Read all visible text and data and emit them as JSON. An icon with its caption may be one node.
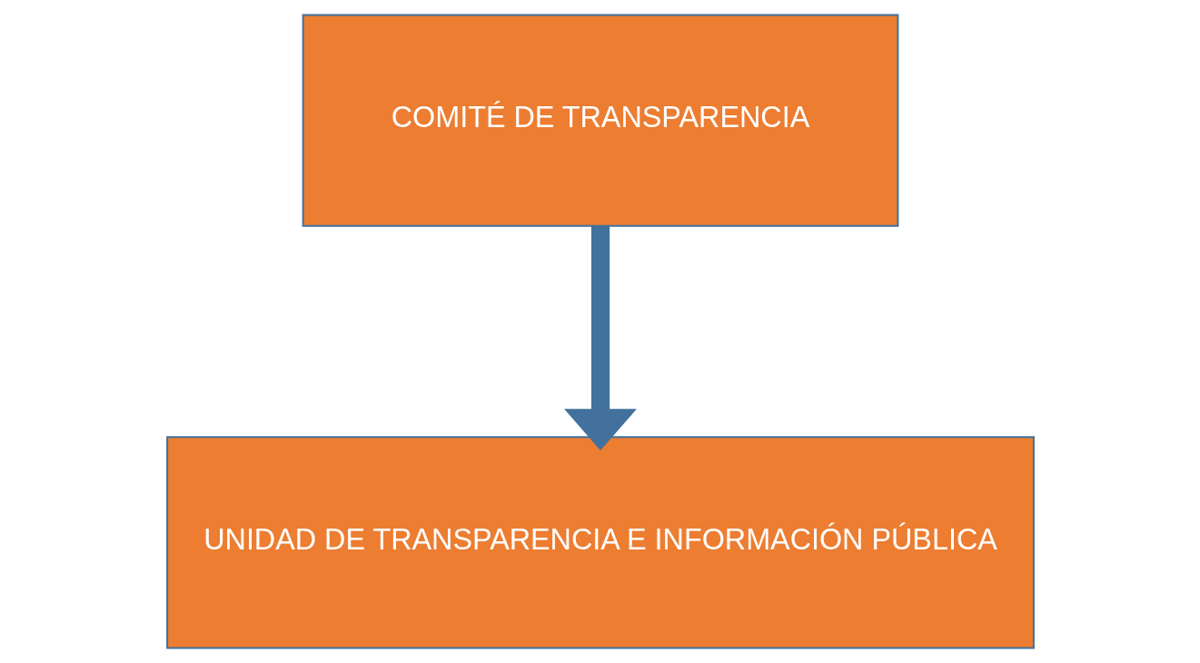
{
  "diagram": {
    "nodes": [
      {
        "text": [
          "COMITÉ DE TRANSPARENCIA"
        ]
      },
      {
        "text": [
          "UNIDAD DE TRANSPARENCIA E INFORMACIÓN PÚBLICA"
        ]
      }
    ],
    "edges": [
      {
        "from": 0,
        "to": 1,
        "arrow": "to"
      }
    ]
  }
}
